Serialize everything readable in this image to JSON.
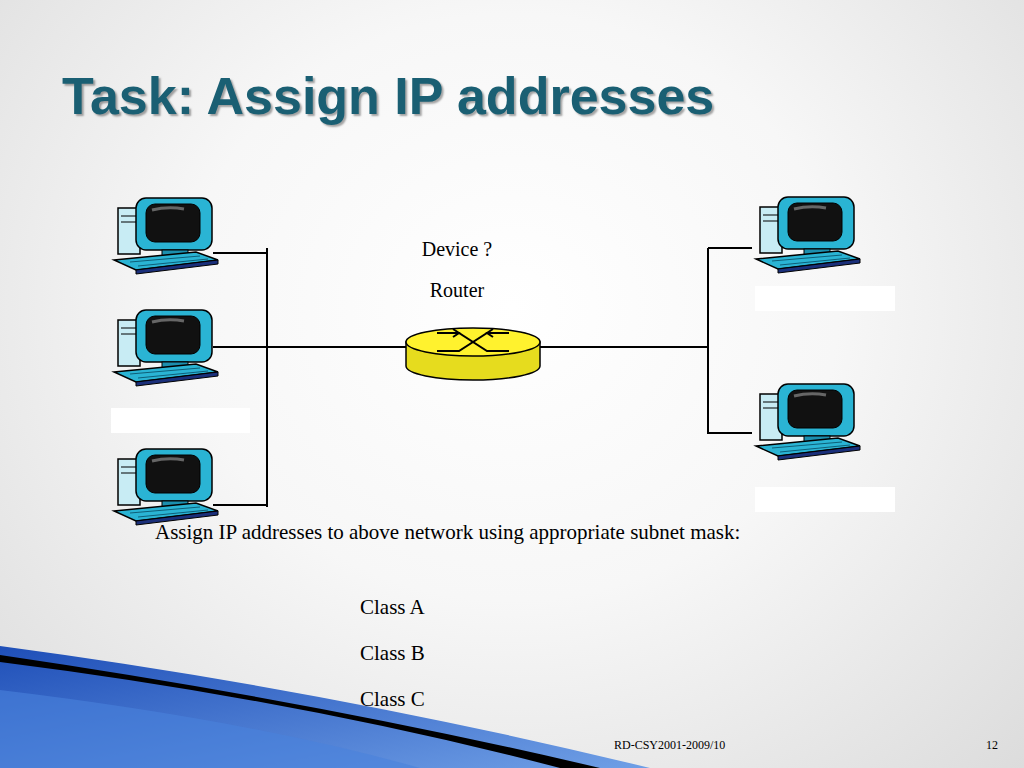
{
  "diagram": {
    "title": "Task: Assign IP addresses",
    "nodes": [
      {
        "text": [
          "Device ?",
          "Router"
        ]
      }
    ],
    "labels": [
      "Assign IP addresses to above network using appropriate subnet mask:",
      "Class A",
      "Class B",
      "Class C",
      "RD-CSY2001-2009/10",
      "12"
    ]
  }
}
